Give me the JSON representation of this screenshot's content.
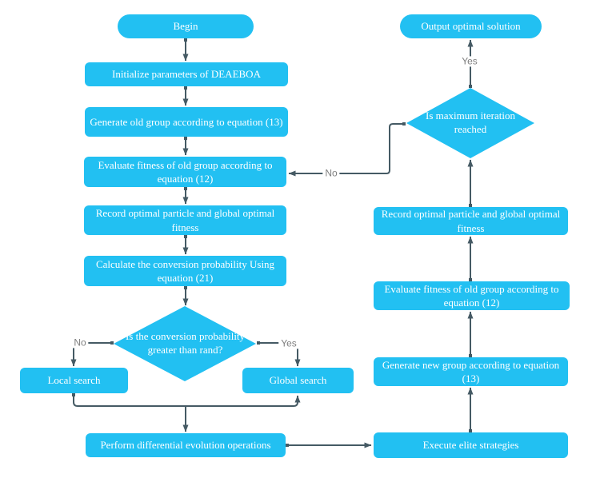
{
  "diagram": {
    "nodes": {
      "begin": {
        "label": "Begin",
        "type": "terminator"
      },
      "init": {
        "label": "Initialize parameters of DEAEBOA",
        "type": "process"
      },
      "gen_old": {
        "label": "Generate old group according to equation (13)",
        "type": "process"
      },
      "eval_left": {
        "label": "Evaluate fitness of old group according to equation (12)",
        "type": "process"
      },
      "record_left": {
        "label": "Record optimal particle and global optimal fitness",
        "type": "process"
      },
      "calc": {
        "label": "Calculate the conversion probability Using equation (21)",
        "type": "process"
      },
      "conversion": {
        "label": "Is the conversion probability greater than rand?",
        "type": "decision"
      },
      "local": {
        "label": "Local search",
        "type": "process"
      },
      "global": {
        "label": "Global search",
        "type": "process"
      },
      "perform": {
        "label": "Perform differential evolution operations",
        "type": "process"
      },
      "execute": {
        "label": "Execute elite strategies",
        "type": "process"
      },
      "gen_new": {
        "label": "Generate new group according to equation (13)",
        "type": "process"
      },
      "eval_right": {
        "label": "Evaluate fitness of old group according to equation (12)",
        "type": "process"
      },
      "record_right": {
        "label": "Record optimal particle and global optimal fitness",
        "type": "process"
      },
      "iteration": {
        "label": "Is maximum iteration reached",
        "type": "decision"
      },
      "output": {
        "label": "Output optimal solution",
        "type": "terminator"
      }
    },
    "edge_labels": {
      "no_conversion": "No",
      "yes_conversion": "Yes",
      "no_iteration": "No",
      "yes_iteration": "Yes"
    },
    "colors": {
      "node_fill": "#22C0F2",
      "node_text": "#FFFFFF",
      "connector": "#455A64",
      "edge_label": "#7F7F7F",
      "background": "#FFFFFF"
    }
  }
}
